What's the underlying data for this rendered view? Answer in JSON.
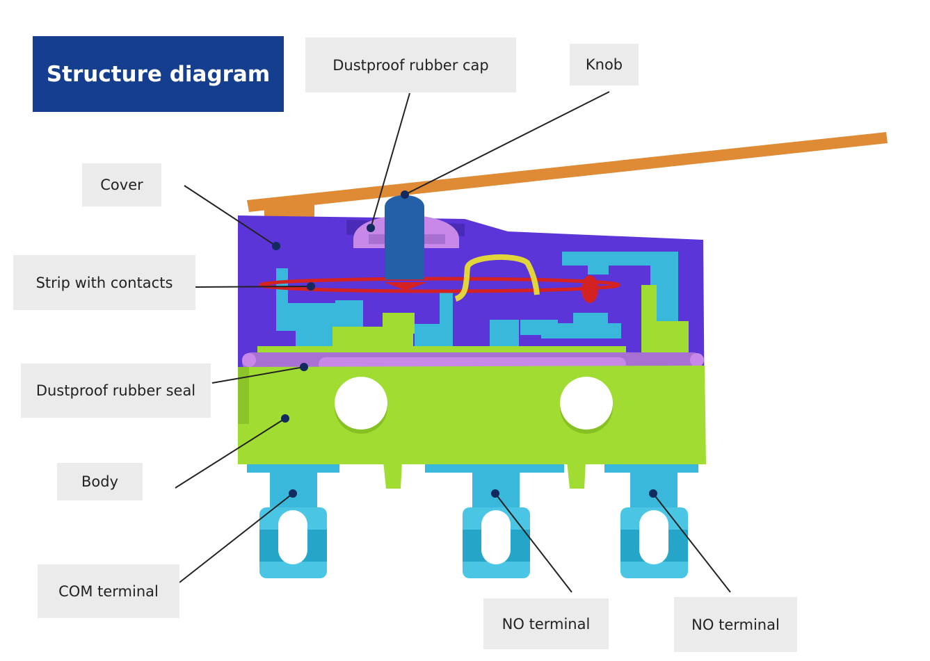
{
  "title": "Structure diagram",
  "labels": {
    "dustproof_rubber_cap": "Dustproof rubber cap",
    "knob": "Knob",
    "cover": "Cover",
    "strip_with_contacts": "Strip with contacts",
    "dustproof_rubber_seal": "Dustproof rubber seal",
    "body": "Body",
    "com_terminal": "COM terminal",
    "no_terminal_1": "NO terminal",
    "no_terminal_2": "NO terminal"
  },
  "colors": {
    "title_bg": "#163e8e",
    "label_bg": "#ebebeb",
    "cover": "#5b35d8",
    "body": "#a0dc32",
    "terminal": "#3ab8dc",
    "lever": "#df8a34",
    "knob": "#2460a8",
    "rubber": "#c888e8",
    "contact_strip": "#d42222",
    "leader_line": "#222222",
    "leader_dot": "#132a5e"
  }
}
